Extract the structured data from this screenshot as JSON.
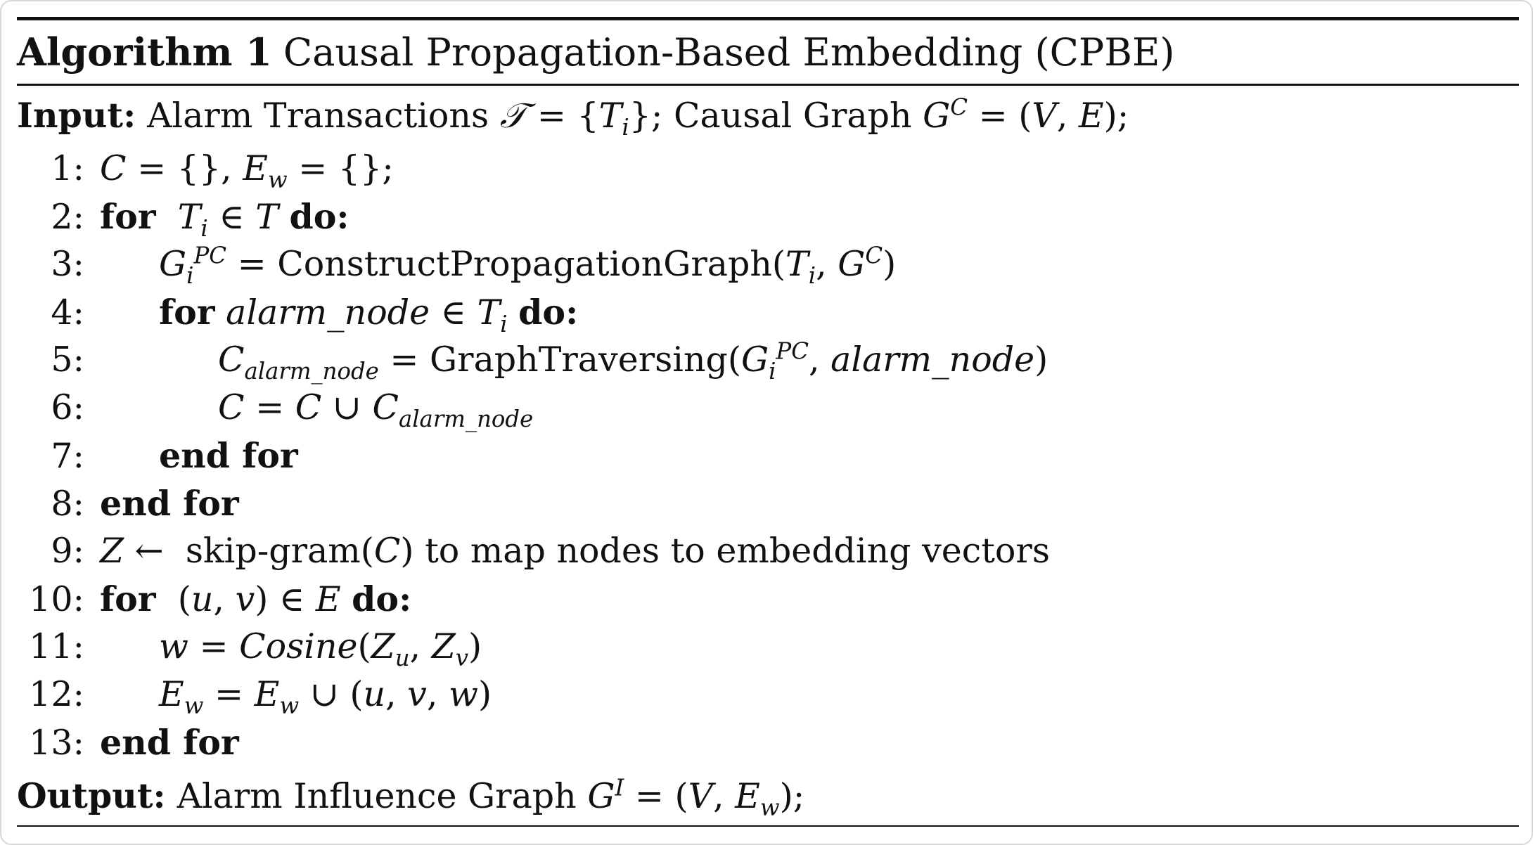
{
  "algorithm": {
    "label": "Algorithm 1",
    "title": "Causal Propagation-Based Embedding (CPBE)"
  },
  "input": {
    "keyword": "Input:",
    "prefix": "Alarm Transactions ",
    "T_set_symbol": "𝒯",
    "eq_open": " = {",
    "Ti": "T",
    "i": "i",
    "eq_close": "}; Causal Graph ",
    "G": "G",
    "C_sup": "C",
    "eq_rest": " = (",
    "V": "V",
    "comma": ", ",
    "E": "E",
    "end": ");"
  },
  "lines": [
    {
      "num": "1:"
    },
    {
      "num": "2:",
      "kw_for": "for",
      "kw_do": "do:"
    },
    {
      "num": "3:",
      "func": "ConstructPropagationGraph"
    },
    {
      "num": "4:",
      "kw_for": "for",
      "var": "alarm_node",
      "kw_do": "do:"
    },
    {
      "num": "5:",
      "func": "GraphTraversing",
      "var": "alarm_node"
    },
    {
      "num": "6:",
      "var": "alarm_node"
    },
    {
      "num": "7:",
      "kw_end": "end for"
    },
    {
      "num": "8:",
      "kw_end": "end for"
    },
    {
      "num": "9:",
      "text_before": "skip-gram(",
      "text_after": ") to map nodes to embedding vectors"
    },
    {
      "num": "10:",
      "kw_for": "for",
      "kw_do": "do:"
    },
    {
      "num": "11:",
      "func": "Cosine"
    },
    {
      "num": "12:"
    },
    {
      "num": "13:",
      "kw_end": "end for"
    }
  ],
  "output": {
    "keyword": "Output:",
    "prefix": "Alarm Influence Graph ",
    "G": "G",
    "I_sup": "I",
    "eq": " = (",
    "V": "V",
    "comma": ", ",
    "E": "E",
    "w_sub": "w",
    "end": ");"
  }
}
